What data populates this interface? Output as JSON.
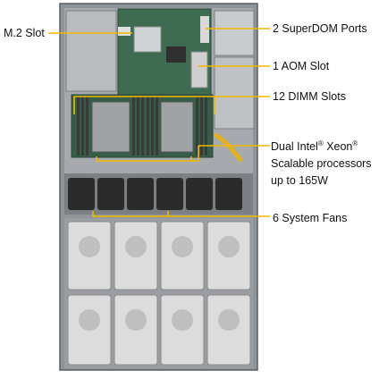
{
  "labels": {
    "m2_slot": "M.2 Slot",
    "superdom_ports": "2 SuperDOM Ports",
    "aom_slot": "1 AOM Slot",
    "dimm_slots": "12 DIMM Slots",
    "cpu_line1_a": "Dual Intel",
    "cpu_line1_reg": "®",
    "cpu_line1_b": " Xeon",
    "cpu_line1_reg2": "®",
    "cpu_line2": "Scalable processors",
    "cpu_line3": "up to 165W",
    "system_fans": "6 System Fans"
  },
  "colors": {
    "leader_line": "#f2b800",
    "chassis": "#8f9499",
    "motherboard": "#3f6b52",
    "dimm": "#3a3a3a",
    "fan": "#2b2b2b",
    "drive": "#dcdcdc"
  }
}
